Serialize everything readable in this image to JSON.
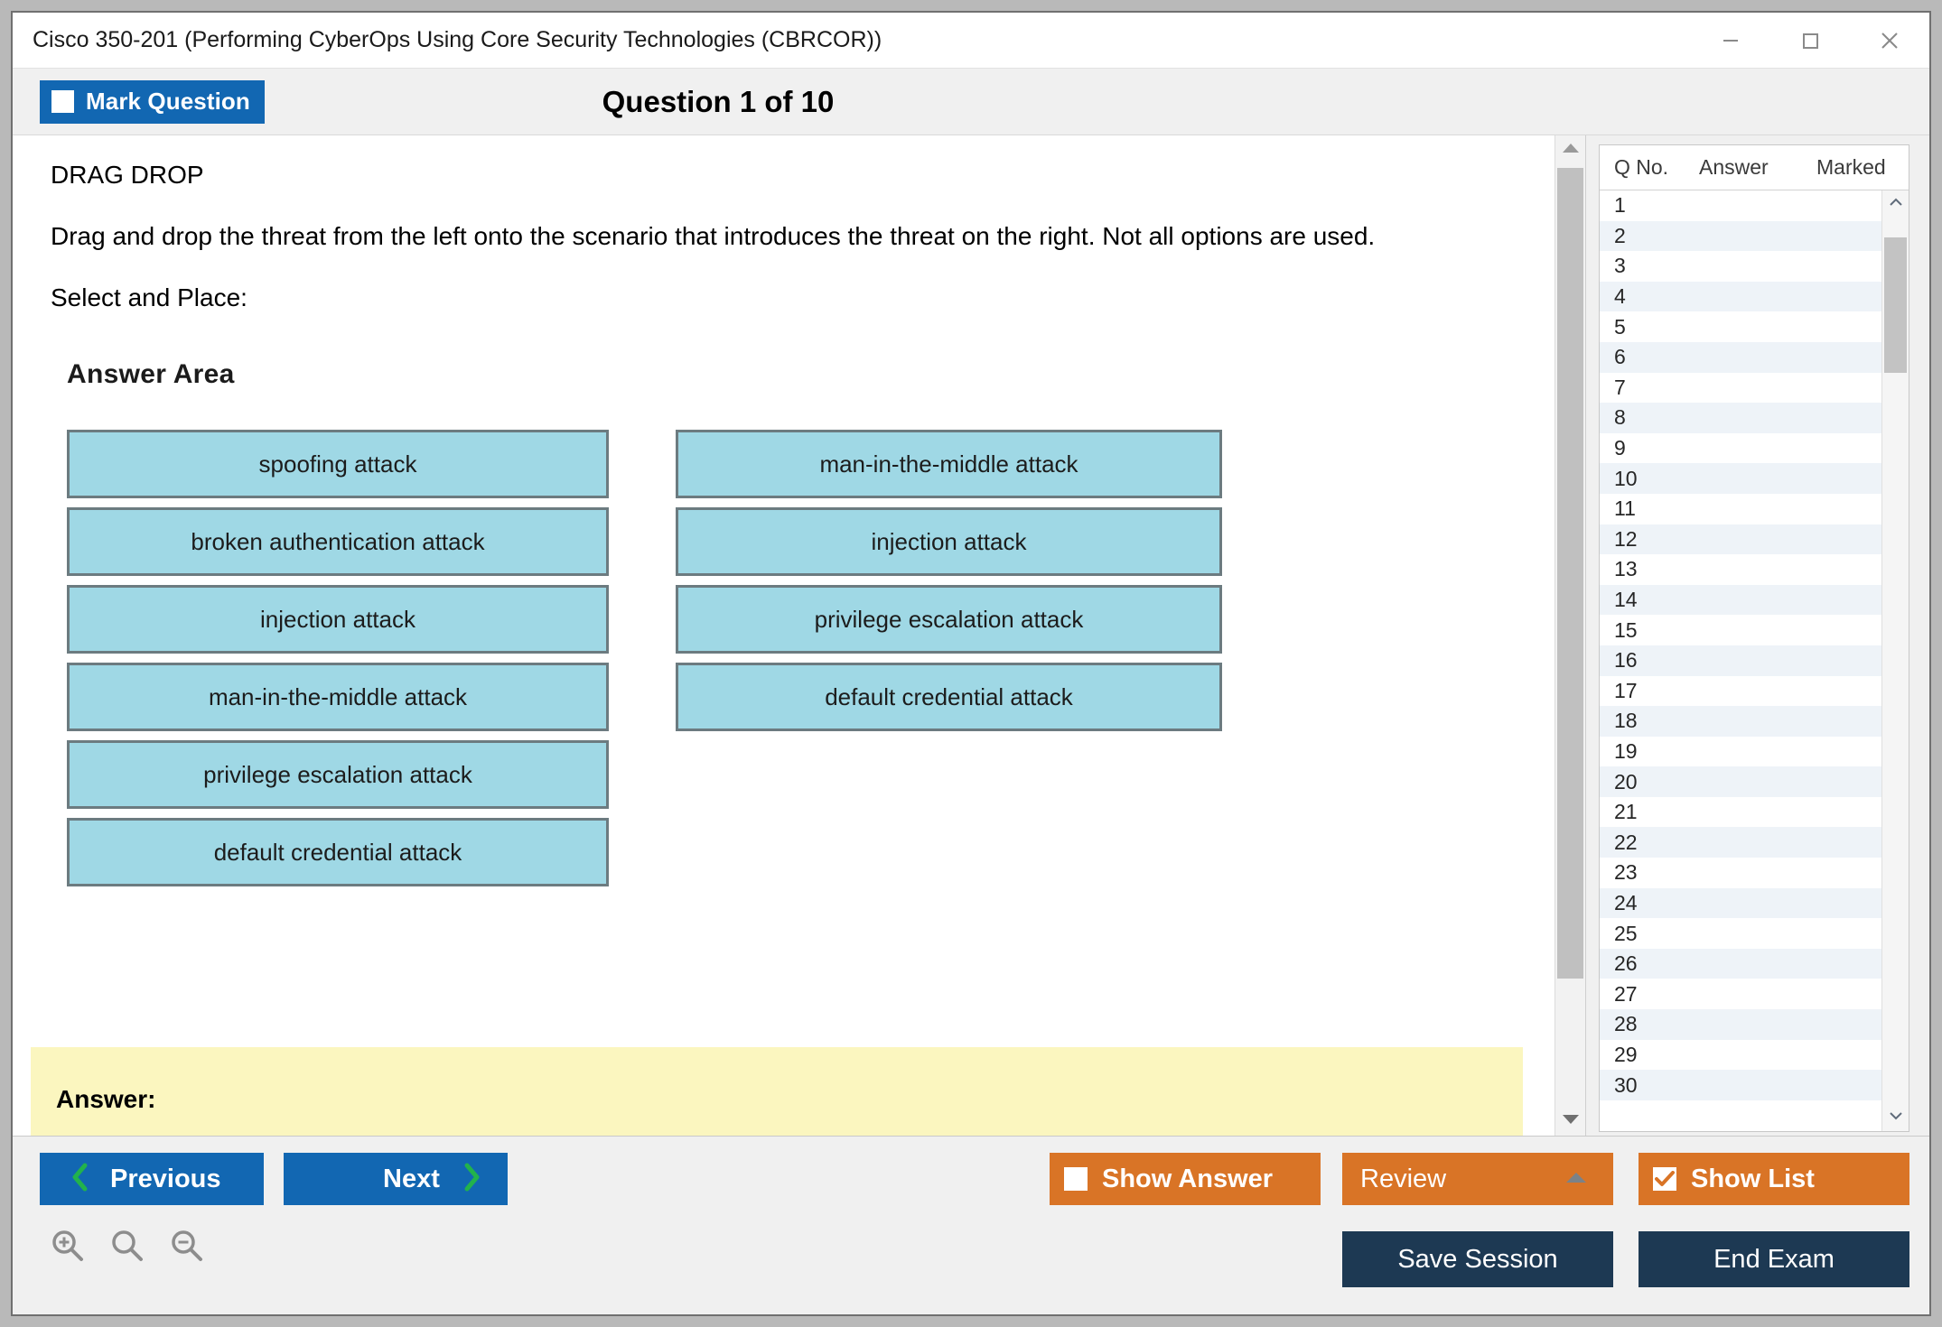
{
  "window": {
    "title": "Cisco 350-201 (Performing CyberOps Using Core Security Technologies (CBRCOR))",
    "controls": {
      "minimize": "minimize-icon",
      "maximize": "maximize-icon",
      "close": "close-icon"
    }
  },
  "header": {
    "mark_question_label": "Mark Question",
    "mark_question_checked": false,
    "question_counter": "Question 1 of 10"
  },
  "question": {
    "type": "DRAG DROP",
    "prompt": "Drag and drop the threat from the left onto the scenario that introduces the threat on the right. Not all options are used.",
    "instruction": "Select and Place:",
    "answer_area_title": "Answer Area",
    "left_options": [
      "spoofing attack",
      "broken authentication attack",
      "injection attack",
      "man-in-the-middle attack",
      "privilege escalation attack",
      "default credential attack"
    ],
    "right_options": [
      "man-in-the-middle attack",
      "injection attack",
      "privilege escalation attack",
      "default credential attack"
    ],
    "answer_banner_label": "Answer:"
  },
  "question_list": {
    "columns": [
      "Q No.",
      "Answer",
      "Marked"
    ],
    "rows": [
      {
        "no": "1",
        "answer": "",
        "marked": ""
      },
      {
        "no": "2",
        "answer": "",
        "marked": ""
      },
      {
        "no": "3",
        "answer": "",
        "marked": ""
      },
      {
        "no": "4",
        "answer": "",
        "marked": ""
      },
      {
        "no": "5",
        "answer": "",
        "marked": ""
      },
      {
        "no": "6",
        "answer": "",
        "marked": ""
      },
      {
        "no": "7",
        "answer": "",
        "marked": ""
      },
      {
        "no": "8",
        "answer": "",
        "marked": ""
      },
      {
        "no": "9",
        "answer": "",
        "marked": ""
      },
      {
        "no": "10",
        "answer": "",
        "marked": ""
      },
      {
        "no": "11",
        "answer": "",
        "marked": ""
      },
      {
        "no": "12",
        "answer": "",
        "marked": ""
      },
      {
        "no": "13",
        "answer": "",
        "marked": ""
      },
      {
        "no": "14",
        "answer": "",
        "marked": ""
      },
      {
        "no": "15",
        "answer": "",
        "marked": ""
      },
      {
        "no": "16",
        "answer": "",
        "marked": ""
      },
      {
        "no": "17",
        "answer": "",
        "marked": ""
      },
      {
        "no": "18",
        "answer": "",
        "marked": ""
      },
      {
        "no": "19",
        "answer": "",
        "marked": ""
      },
      {
        "no": "20",
        "answer": "",
        "marked": ""
      },
      {
        "no": "21",
        "answer": "",
        "marked": ""
      },
      {
        "no": "22",
        "answer": "",
        "marked": ""
      },
      {
        "no": "23",
        "answer": "",
        "marked": ""
      },
      {
        "no": "24",
        "answer": "",
        "marked": ""
      },
      {
        "no": "25",
        "answer": "",
        "marked": ""
      },
      {
        "no": "26",
        "answer": "",
        "marked": ""
      },
      {
        "no": "27",
        "answer": "",
        "marked": ""
      },
      {
        "no": "28",
        "answer": "",
        "marked": ""
      },
      {
        "no": "29",
        "answer": "",
        "marked": ""
      },
      {
        "no": "30",
        "answer": "",
        "marked": ""
      }
    ]
  },
  "footer": {
    "previous_label": "Previous",
    "next_label": "Next",
    "show_answer_label": "Show Answer",
    "show_answer_checked": false,
    "review_label": "Review",
    "show_list_label": "Show List",
    "show_list_checked": true,
    "save_session_label": "Save Session",
    "end_exam_label": "End Exam",
    "zoom_in_icon": "zoom-in-icon",
    "zoom_reset_icon": "zoom-icon",
    "zoom_out_icon": "zoom-out-icon"
  },
  "colors": {
    "primary_blue": "#1267b2",
    "orange": "#d97426",
    "navy": "#1d3953",
    "option_fill": "#9fd8e5",
    "option_border": "#6c7b80",
    "answer_banner": "#fbf6bf",
    "green_chevron": "#22b24c"
  }
}
